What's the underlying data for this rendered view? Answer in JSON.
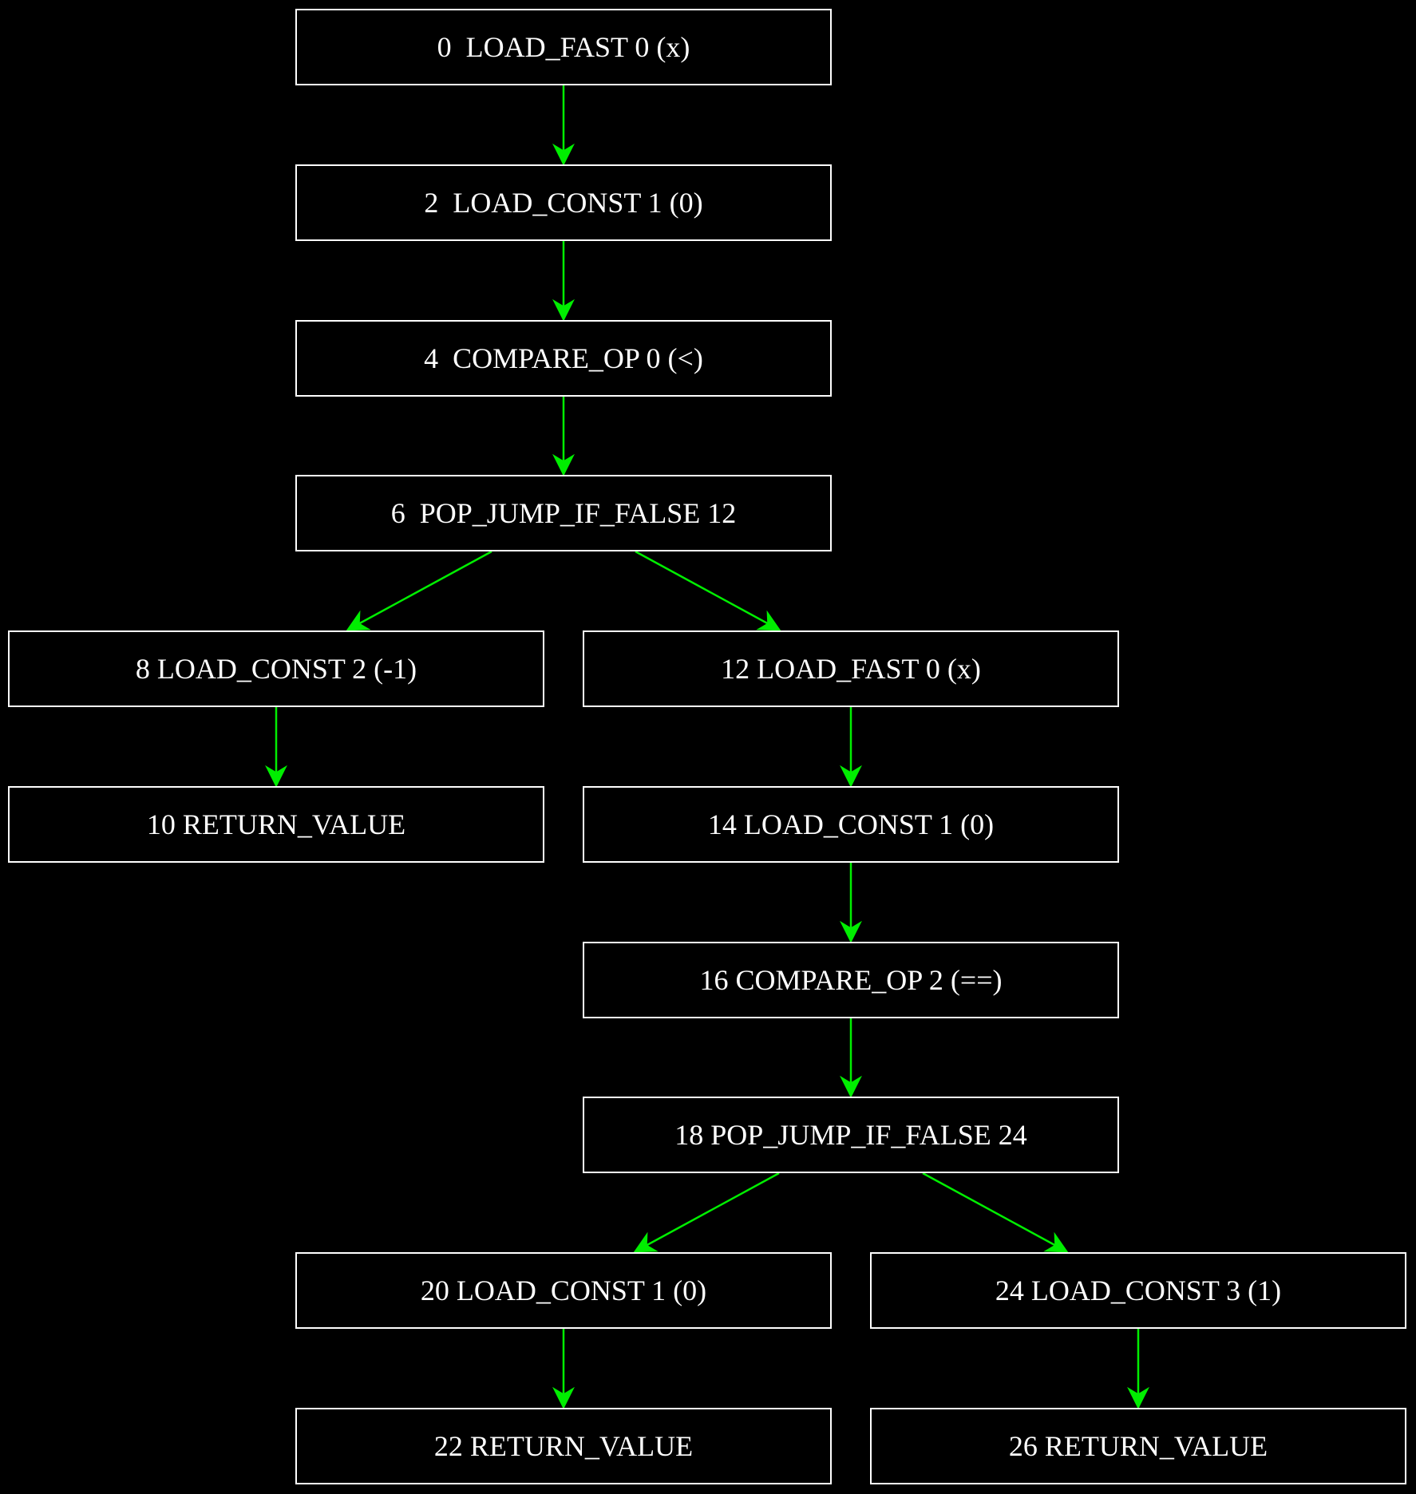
{
  "nodes": [
    {
      "id": "n0",
      "label": "0  LOAD_FAST 0 (x)"
    },
    {
      "id": "n2",
      "label": "2  LOAD_CONST 1 (0)"
    },
    {
      "id": "n4",
      "label": "4  COMPARE_OP 0 (<)"
    },
    {
      "id": "n6",
      "label": "6  POP_JUMP_IF_FALSE 12"
    },
    {
      "id": "n8",
      "label": "8 LOAD_CONST 2 (-1)"
    },
    {
      "id": "n10",
      "label": "10 RETURN_VALUE"
    },
    {
      "id": "n12",
      "label": "12 LOAD_FAST 0 (x)"
    },
    {
      "id": "n14",
      "label": "14 LOAD_CONST 1 (0)"
    },
    {
      "id": "n16",
      "label": "16 COMPARE_OP 2 (==)"
    },
    {
      "id": "n18",
      "label": "18 POP_JUMP_IF_FALSE 24"
    },
    {
      "id": "n20",
      "label": "20 LOAD_CONST 1 (0)"
    },
    {
      "id": "n22",
      "label": "22 RETURN_VALUE"
    },
    {
      "id": "n24",
      "label": "24 LOAD_CONST 3 (1)"
    },
    {
      "id": "n26",
      "label": "26 RETURN_VALUE"
    }
  ],
  "edges": [
    {
      "from": "n0",
      "to": "n2"
    },
    {
      "from": "n2",
      "to": "n4"
    },
    {
      "from": "n4",
      "to": "n6"
    },
    {
      "from": "n6",
      "to": "n8"
    },
    {
      "from": "n6",
      "to": "n12"
    },
    {
      "from": "n8",
      "to": "n10"
    },
    {
      "from": "n12",
      "to": "n14"
    },
    {
      "from": "n14",
      "to": "n16"
    },
    {
      "from": "n16",
      "to": "n18"
    },
    {
      "from": "n18",
      "to": "n20"
    },
    {
      "from": "n18",
      "to": "n24"
    },
    {
      "from": "n20",
      "to": "n22"
    },
    {
      "from": "n24",
      "to": "n26"
    }
  ],
  "colors": {
    "background": "#000000",
    "node_border": "#ffffff",
    "node_text": "#ffffff",
    "edge": "#00ee00"
  }
}
